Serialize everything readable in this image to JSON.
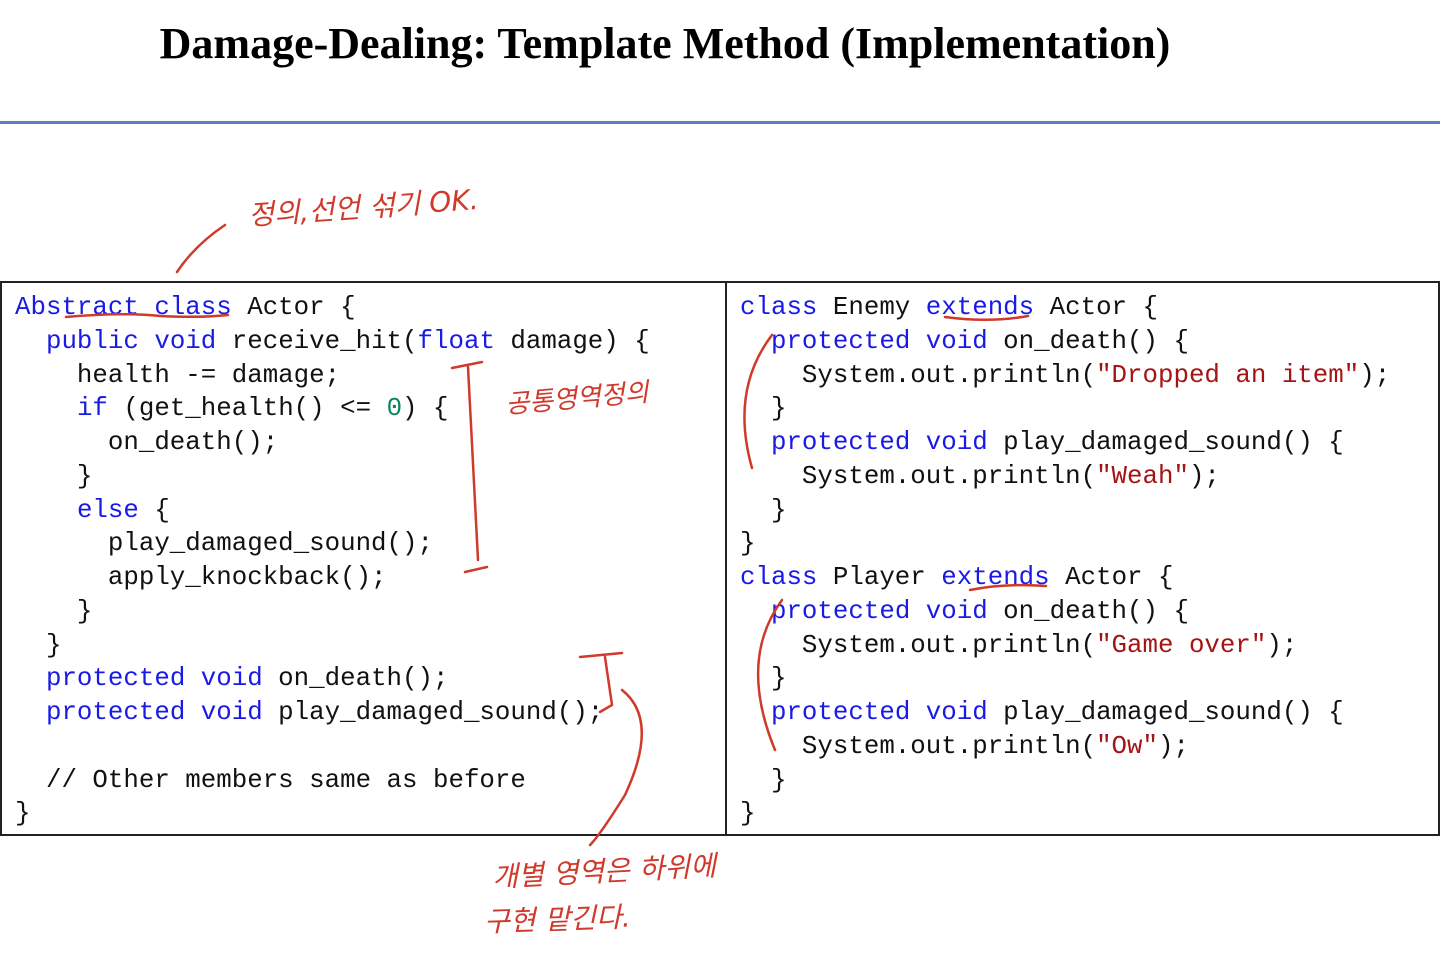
{
  "slide": {
    "title": "Damage-Dealing: Template Method (Implementation)"
  },
  "colors": {
    "keyword": "#1a1ae6",
    "string": "#a31515",
    "number": "#098658",
    "annotation": "#d0392b",
    "rule": "#5b7fc0"
  },
  "left_code": [
    [
      [
        "kw",
        "Abstract class"
      ],
      [
        "t",
        " Actor {"
      ]
    ],
    [
      [
        "t",
        "  "
      ],
      [
        "kw",
        "public void"
      ],
      [
        "t",
        " receive_hit("
      ],
      [
        "kw",
        "float"
      ],
      [
        "t",
        " damage) {"
      ]
    ],
    [
      [
        "t",
        "    health -= damage;"
      ]
    ],
    [
      [
        "t",
        "    "
      ],
      [
        "kw",
        "if"
      ],
      [
        "t",
        " (get_health() <= "
      ],
      [
        "num",
        "0"
      ],
      [
        "t",
        ") {"
      ]
    ],
    [
      [
        "t",
        "      on_death();"
      ]
    ],
    [
      [
        "t",
        "    }"
      ]
    ],
    [
      [
        "t",
        "    "
      ],
      [
        "kw",
        "else"
      ],
      [
        "t",
        " {"
      ]
    ],
    [
      [
        "t",
        "      play_damaged_sound();"
      ]
    ],
    [
      [
        "t",
        "      apply_knockback();"
      ]
    ],
    [
      [
        "t",
        "    }"
      ]
    ],
    [
      [
        "t",
        "  }"
      ]
    ],
    [
      [
        "t",
        "  "
      ],
      [
        "kw",
        "protected void"
      ],
      [
        "t",
        " on_death();"
      ]
    ],
    [
      [
        "t",
        "  "
      ],
      [
        "kw",
        "protected void"
      ],
      [
        "t",
        " play_damaged_sound();"
      ]
    ],
    [
      [
        "t",
        ""
      ]
    ],
    [
      [
        "t",
        "  // Other members same as before"
      ]
    ],
    [
      [
        "t",
        "}"
      ]
    ]
  ],
  "right_code": [
    [
      [
        "kw",
        "class"
      ],
      [
        "t",
        " Enemy "
      ],
      [
        "kw",
        "extends"
      ],
      [
        "t",
        " Actor {"
      ]
    ],
    [
      [
        "t",
        "  "
      ],
      [
        "kw",
        "protected void"
      ],
      [
        "t",
        " on_death() {"
      ]
    ],
    [
      [
        "t",
        "    System.out.println("
      ],
      [
        "str",
        "\"Dropped an item\""
      ],
      [
        "t",
        ");"
      ]
    ],
    [
      [
        "t",
        "  }"
      ]
    ],
    [
      [
        "t",
        "  "
      ],
      [
        "kw",
        "protected void"
      ],
      [
        "t",
        " play_damaged_sound() {"
      ]
    ],
    [
      [
        "t",
        "    System.out.println("
      ],
      [
        "str",
        "\"Weah\""
      ],
      [
        "t",
        ");"
      ]
    ],
    [
      [
        "t",
        "  }"
      ]
    ],
    [
      [
        "t",
        "}"
      ]
    ],
    [
      [
        "kw",
        "class"
      ],
      [
        "t",
        " Player "
      ],
      [
        "kw",
        "extends"
      ],
      [
        "t",
        " Actor {"
      ]
    ],
    [
      [
        "t",
        "  "
      ],
      [
        "kw",
        "protected void"
      ],
      [
        "t",
        " on_death() {"
      ]
    ],
    [
      [
        "t",
        "    System.out.println("
      ],
      [
        "str",
        "\"Game over\""
      ],
      [
        "t",
        ");"
      ]
    ],
    [
      [
        "t",
        "  }"
      ]
    ],
    [
      [
        "t",
        "  "
      ],
      [
        "kw",
        "protected void"
      ],
      [
        "t",
        " play_damaged_sound() {"
      ]
    ],
    [
      [
        "t",
        "    System.out.println("
      ],
      [
        "str",
        "\"Ow\""
      ],
      [
        "t",
        ");"
      ]
    ],
    [
      [
        "t",
        "  }"
      ]
    ],
    [
      [
        "t",
        "}"
      ]
    ]
  ],
  "annotations": {
    "mix_note": "정의,선언 섞기 OK.",
    "common_note": "공통영역정의",
    "subclass_note_line1": "개별 영역은 하위에",
    "subclass_note_line2": "구현 맡긴다."
  }
}
